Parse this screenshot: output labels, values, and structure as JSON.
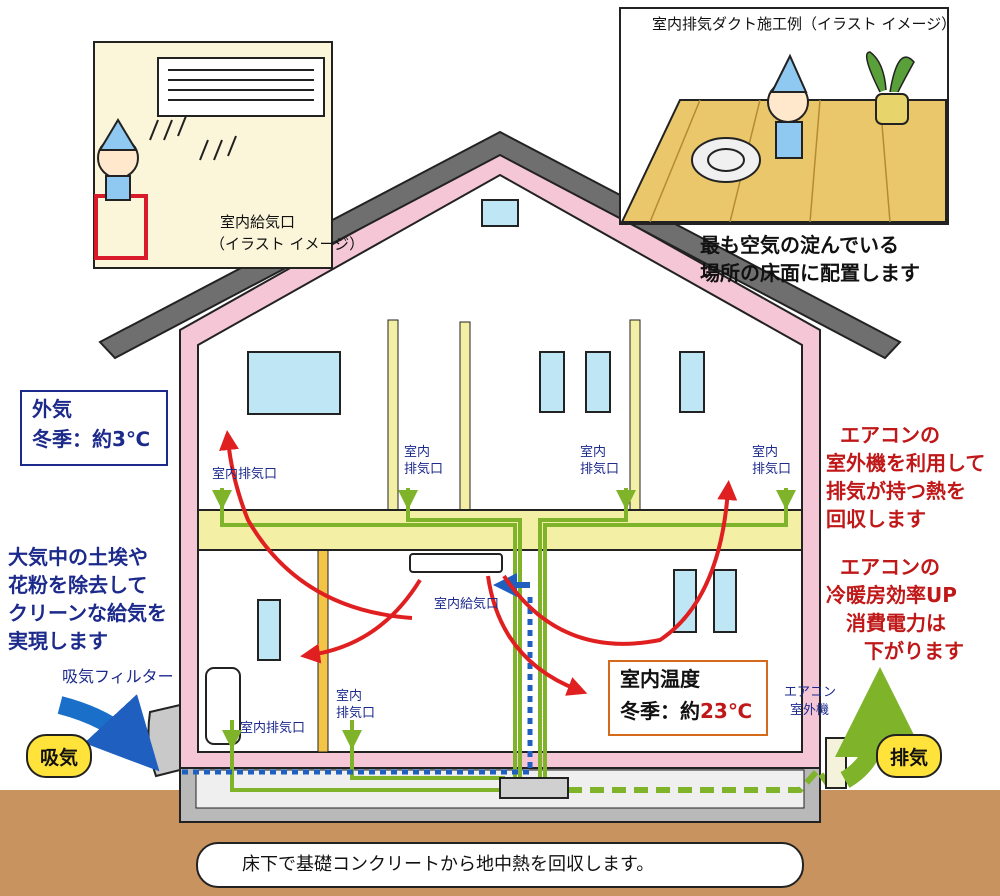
{
  "insets": {
    "supply": {
      "caption_line1": "室内給気口",
      "caption_line2": "（イラスト イメージ）"
    },
    "exhaust": {
      "caption": "室内排気ダクト施工例（イラスト イメージ）"
    }
  },
  "exhaust_note": {
    "line1": "最も空気の淀んでいる",
    "line2": "場所の床面に配置します"
  },
  "outside_air": {
    "line1": "外気",
    "line2_prefix": "冬季：約",
    "line2_value": "3℃"
  },
  "left_note": {
    "line1": "大気中の土埃や",
    "line2": "花粉を除去して",
    "line3": "クリーンな給気を",
    "line4": "実現します"
  },
  "intake_filter": "吸気フィルター",
  "intake_badge": "吸気",
  "exhaust_badge": "排気",
  "vent_labels": {
    "room_exhaust_upper_left": "室内排気口",
    "room_exhaust_2f_a_l1": "室内",
    "room_exhaust_2f_a_l2": "排気口",
    "room_exhaust_2f_b_l1": "室内",
    "room_exhaust_2f_b_l2": "排気口",
    "room_exhaust_2f_c_l1": "室内",
    "room_exhaust_2f_c_l2": "排気口",
    "room_supply": "室内給気口",
    "room_exhaust_lower_left": "室内排気口",
    "room_exhaust_1f_l1": "室内",
    "room_exhaust_1f_l2": "排気口"
  },
  "indoor_temp": {
    "line1": "室内温度",
    "line2_prefix": "冬季：約",
    "line2_value": "23℃"
  },
  "ac_outdoor_unit": {
    "line1": "エアコン",
    "line2": "室外機"
  },
  "right_note_1": {
    "line1": "エアコンの",
    "line2": "室外機を利用して",
    "line3": "排気が持つ熱を",
    "line4": "回収します"
  },
  "right_note_2": {
    "line1": "エアコンの",
    "line2": "冷暖房効率UP",
    "line3": "消費電力は",
    "line4": "下がります"
  },
  "bottom_caption": "床下で基礎コンクリートから地中熱を回収します。",
  "colors": {
    "wall_pink": "#f4c6d6",
    "roof": "#6f6f6f",
    "floor_beam": "#f3f0a6",
    "duct_green": "#7fb32a",
    "duct_blue": "#1f5fc0",
    "warm_arrow": "#e02020",
    "ground": "#c8935e",
    "window": "#bfe6f5",
    "wood_floor": "#e9c76a"
  }
}
